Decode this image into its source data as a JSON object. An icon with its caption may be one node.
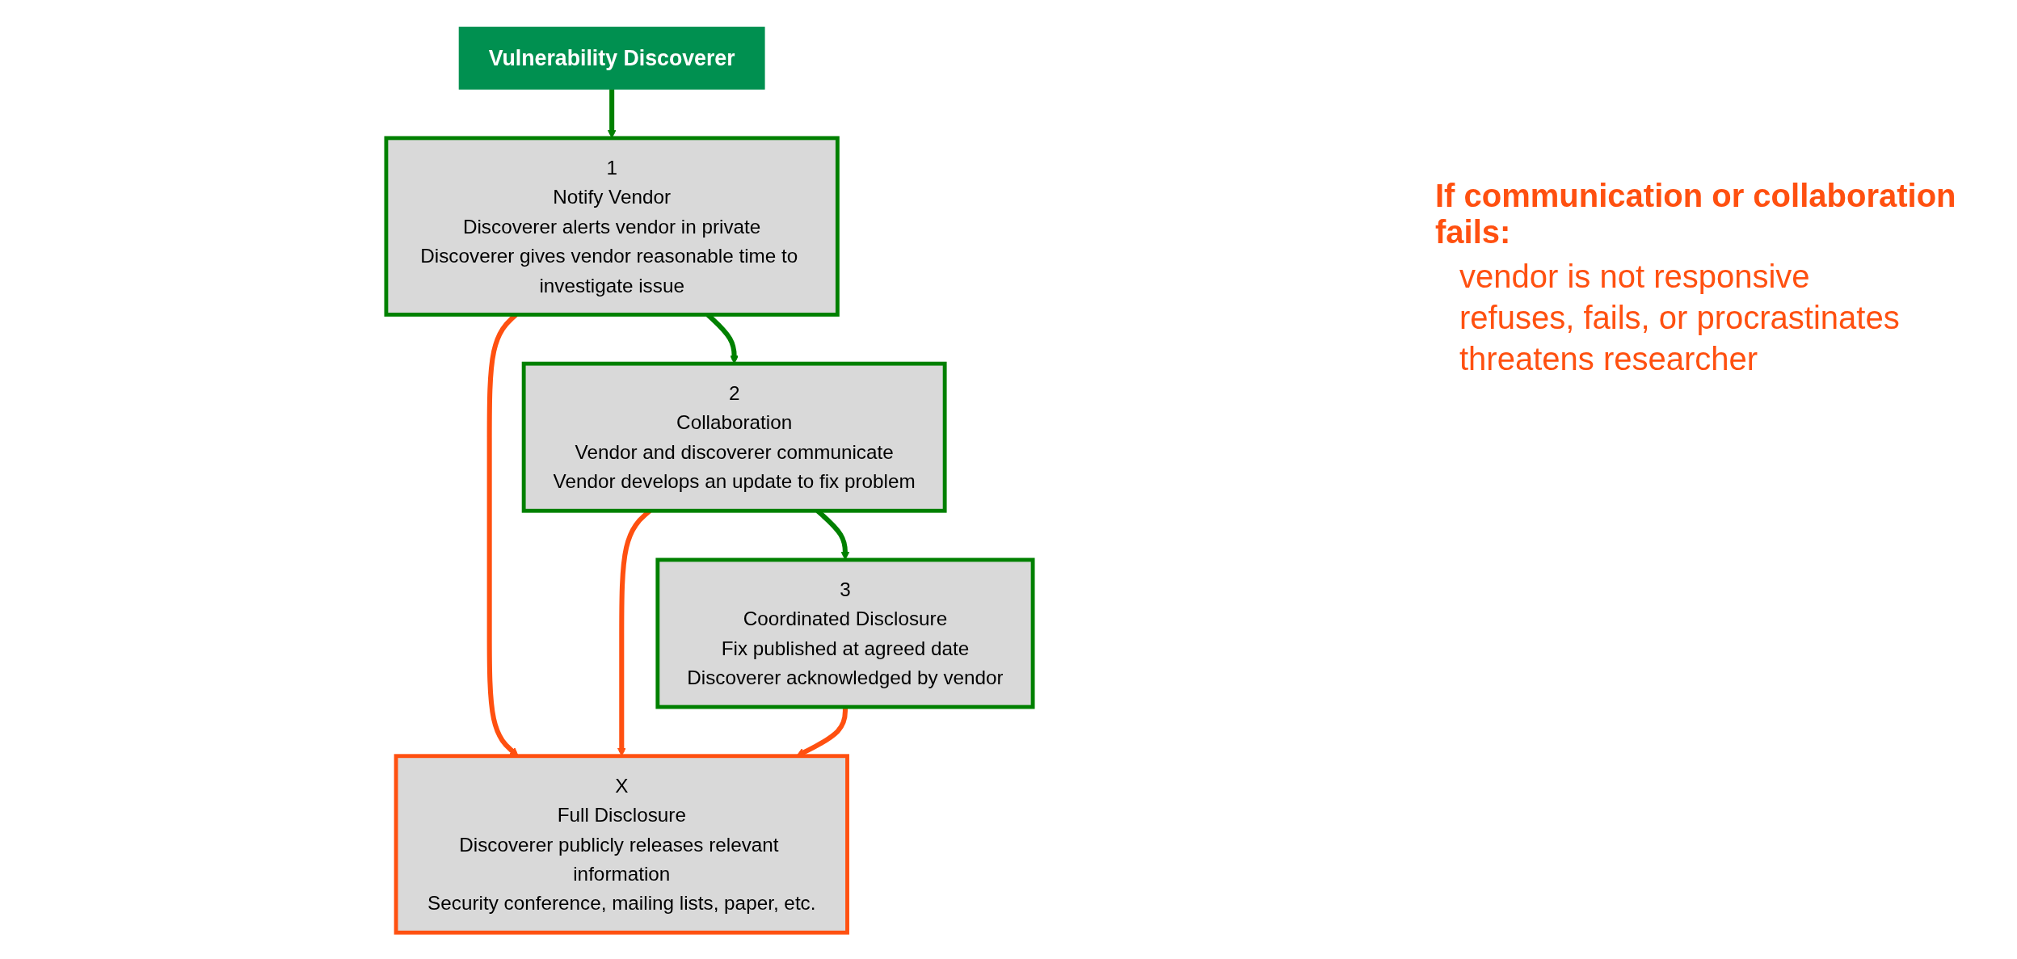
{
  "diagram": {
    "nodes": [
      {
        "text": [
          "Vulnerability Discoverer"
        ]
      },
      {
        "text": [
          "1",
          "Notify Vendor",
          "Discoverer alerts vendor in private",
          "Discoverer gives vendor reasonable time to investigate issue"
        ]
      },
      {
        "text": [
          "2",
          "Collaboration",
          "Vendor and discoverer communicate",
          "Vendor develops an update to fix problem"
        ]
      },
      {
        "text": [
          "3",
          "Coordinated Disclosure",
          "Fix published at agreed date",
          "Discoverer acknowledged by vendor"
        ]
      },
      {
        "text": [
          "X",
          "Full Disclosure",
          "Discoverer publicly releases relevant information",
          "Security conference, mailing lists, paper, etc."
        ]
      }
    ],
    "edges": [
      {
        "from": 0,
        "to": 1,
        "arrow": "to",
        "color": "#008000"
      },
      {
        "from": 1,
        "to": 2,
        "arrow": "to",
        "color": "#008000"
      },
      {
        "from": 2,
        "to": 3,
        "arrow": "to",
        "color": "#008000"
      },
      {
        "from": 1,
        "to": 4,
        "arrow": "to",
        "color": "#ff5010"
      },
      {
        "from": 2,
        "to": 4,
        "arrow": "to",
        "color": "#ff5010"
      },
      {
        "from": 3,
        "to": 4,
        "arrow": "to",
        "color": "#ff5010"
      }
    ],
    "labels": [
      "If communication or collaboration fails:",
      "vendor is not responsive",
      "refuses, fails, or procrastinates",
      "threatens researcher"
    ]
  }
}
